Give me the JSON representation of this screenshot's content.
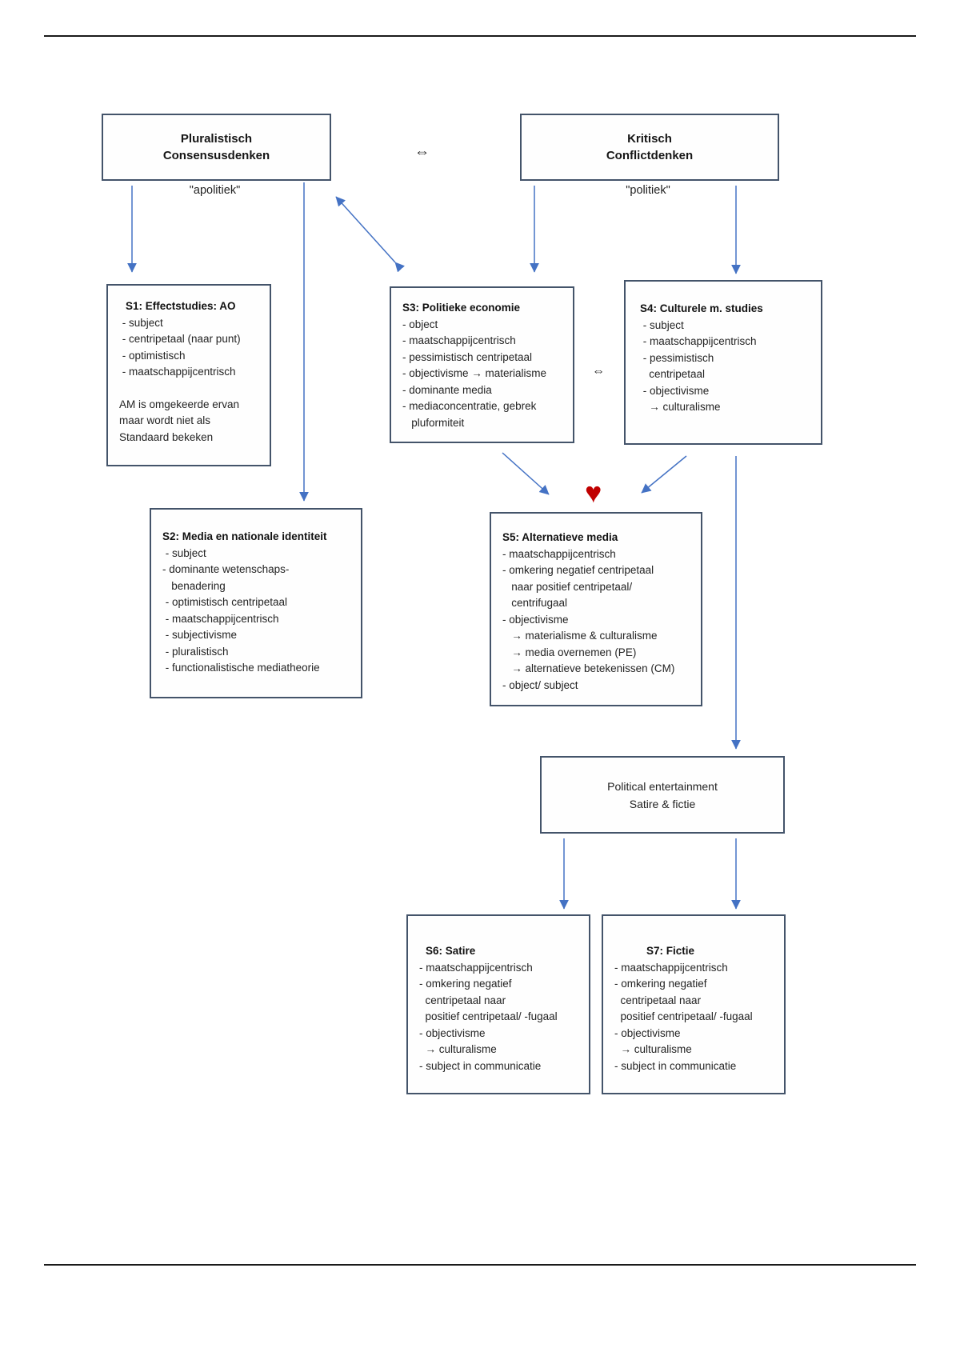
{
  "top_row": {
    "left_box": {
      "line1": "Pluralistisch",
      "line2": "Consensusdenken"
    },
    "left_sublabel": "\"apolitiek\"",
    "equiv_symbol": "⇔",
    "right_box": {
      "line1": "Kritisch",
      "line2": "Conflictdenken"
    },
    "right_sublabel": "\"politiek\""
  },
  "mid_equiv_symbol": "⇔",
  "icons": {
    "heart": "♥"
  },
  "boxes": {
    "s1": {
      "title": "S1: Effectstudies: AO",
      "lines": [
        " - subject",
        " - centripetaal (naar punt)",
        " - optimistisch",
        " - maatschappijcentrisch"
      ],
      "note": [
        "AM is omgekeerde ervan",
        "maar wordt niet als",
        "Standaard bekeken"
      ]
    },
    "s2": {
      "title": "S2: Media en nationale identiteit",
      "lines": [
        " - subject",
        "- dominante wetenschaps-",
        "   benadering",
        " - optimistisch centripetaal",
        " - maatschappijcentrisch",
        " - subjectivisme",
        " - pluralistisch",
        " - functionalistische mediatheorie"
      ]
    },
    "s3": {
      "title": "S3: Politieke economie",
      "lines": [
        "- object",
        "- maatschappijcentrisch",
        "- pessimistisch centripetaal",
        "- objectivisme → materialisme",
        "- dominante media",
        "- mediaconcentratie, gebrek",
        "   pluformiteit"
      ]
    },
    "s4": {
      "title": "S4: Culturele m. studies",
      "lines": [
        " - subject",
        " - maatschappijcentrisch",
        " - pessimistisch",
        "   centripetaal",
        " - objectivisme",
        "   → culturalisme"
      ]
    },
    "s5": {
      "title": "S5: Alternatieve media",
      "lines": [
        "- maatschappijcentrisch",
        "- omkering negatief centripetaal",
        "   naar positief centripetaal/",
        "   centrifugaal",
        "- objectivisme",
        "   → materialisme & culturalisme",
        "   → media overnemen (PE)",
        "   → alternatieve betekenissen (CM)",
        "- object/ subject"
      ]
    },
    "pe": {
      "line1": "Political entertainment",
      "line2": "Satire & fictie"
    },
    "s6": {
      "title": "S6: Satire",
      "lines": [
        "- maatschappijcentrisch",
        "- omkering negatief",
        "  centripetaal naar",
        "  positief centripetaal/ -fugaal",
        "- objectivisme",
        "  → culturalisme",
        "- subject in communicatie"
      ]
    },
    "s7": {
      "title": "S7: Fictie",
      "lines": [
        "- maatschappijcentrisch",
        "- omkering negatief",
        "  centripetaal naar",
        "  positief centripetaal/ -fugaal",
        "- objectivisme",
        "  → culturalisme",
        "- subject in communicatie"
      ]
    }
  },
  "colors": {
    "box_border": "#44546a",
    "arrow": "#4472c4",
    "heart": "#c00000",
    "rule": "#1a1a1a"
  }
}
